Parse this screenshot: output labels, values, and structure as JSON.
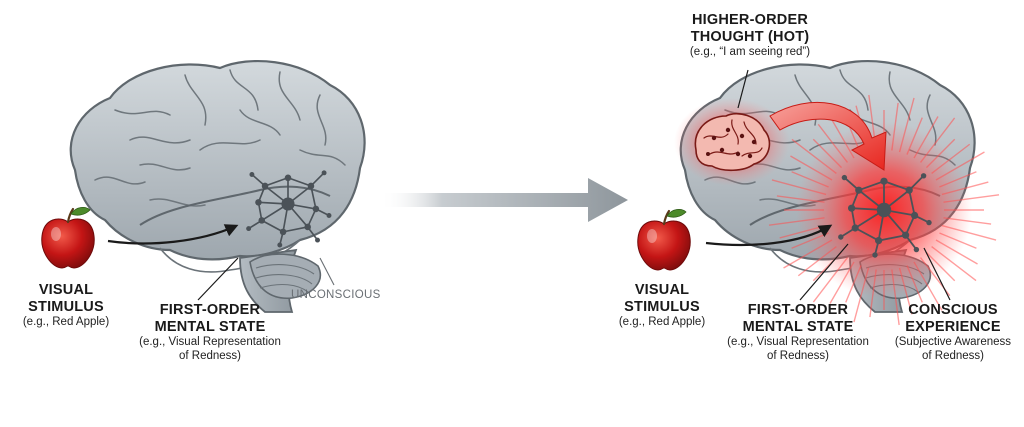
{
  "colors": {
    "brain_fill": "#b9c1c7",
    "brain_stroke": "#5f676d",
    "network": "#4b5258",
    "glow_red": "#ff2a2a",
    "apple_red": "#c41515",
    "transition_arrow": "#8e969c",
    "hot_arrow": "#e8261f"
  },
  "icons": [
    "apple-icon",
    "brain-icon",
    "neural-network-icon",
    "arrow-right-icon"
  ],
  "left_panel": {
    "stimulus": {
      "title_line1": "VISUAL",
      "title_line2": "STIMULUS",
      "subtitle": "(e.g., Red Apple)"
    },
    "first_order": {
      "title_line1": "FIRST-ORDER",
      "title_line2": "MENTAL STATE",
      "subtitle_line1": "(e.g., Visual Representation",
      "subtitle_line2": "of Redness)"
    },
    "unconscious_label": "UNCONSCIOUS"
  },
  "right_panel": {
    "hot": {
      "title_line1": "HIGHER-ORDER",
      "title_line2": "THOUGHT (HOT)",
      "subtitle": "(e.g., “I am seeing red”)"
    },
    "stimulus": {
      "title_line1": "VISUAL",
      "title_line2": "STIMULUS",
      "subtitle": "(e.g., Red Apple)"
    },
    "first_order": {
      "title_line1": "FIRST-ORDER",
      "title_line2": "MENTAL STATE",
      "subtitle_line1": "(e.g., Visual Representation",
      "subtitle_line2": "of Redness)"
    },
    "conscious": {
      "title_line1": "CONSCIOUS",
      "title_line2": "EXPERIENCE",
      "subtitle_line1": "(Subjective Awareness",
      "subtitle_line2": "of Redness)"
    }
  }
}
